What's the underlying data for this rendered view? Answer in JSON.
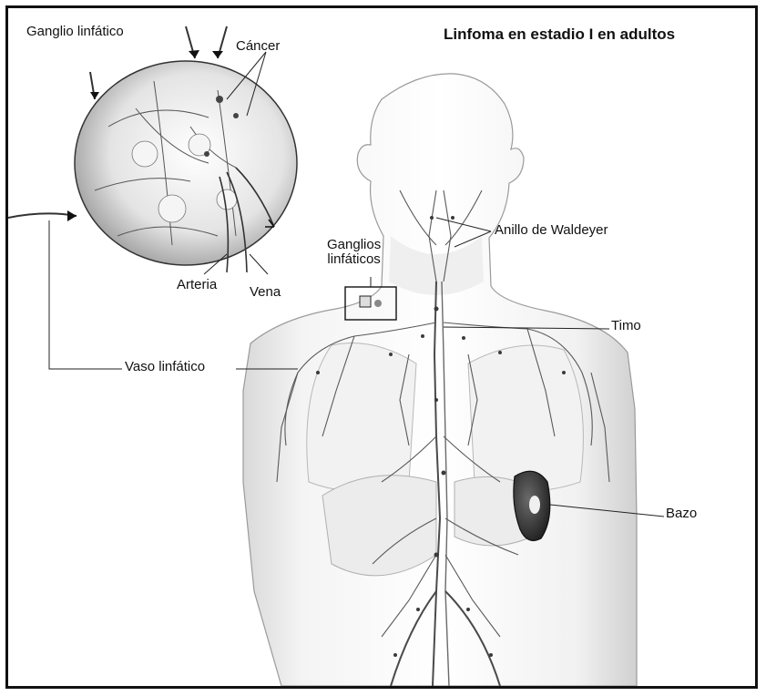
{
  "title": "Linfoma en estadio I en adultos",
  "labels": {
    "ganglio_linfatico": "Ganglio linfático",
    "cancer": "Cáncer",
    "arteria": "Arteria",
    "vena": "Vena",
    "ganglios_linfaticos_line1": "Ganglios",
    "ganglios_linfaticos_line2": "linfáticos",
    "anillo_waldeyer": "Anillo de Waldeyer",
    "timo": "Timo",
    "vaso_linfatico": "Vaso linfático",
    "bazo": "Bazo"
  }
}
